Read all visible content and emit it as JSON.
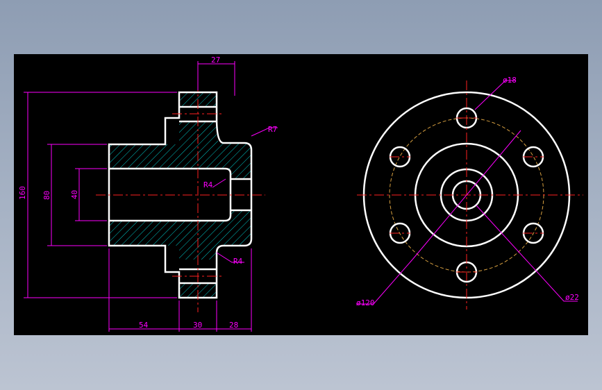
{
  "colors": {
    "background": "#000000",
    "outline": "#ffffff",
    "centerline": "#ff2020",
    "dimension": "#ff00ff",
    "hatch": "#00c8c8",
    "pcd": "#d8a040"
  },
  "side_view": {
    "dims": {
      "top_width": "27",
      "overall_height": "160",
      "hub_dia": "80",
      "bore_dia": "40",
      "len_a": "54",
      "len_b": "30",
      "len_c": "28"
    },
    "radii": {
      "outer_corner": "R7",
      "inner_fillet": "R4",
      "lower_fillet": "R4"
    }
  },
  "front_view": {
    "labels": {
      "hole_dia": "ø18",
      "outer_dia": "ø120",
      "bore_dia": "ø22"
    },
    "bolt_hole_count": 6
  }
}
